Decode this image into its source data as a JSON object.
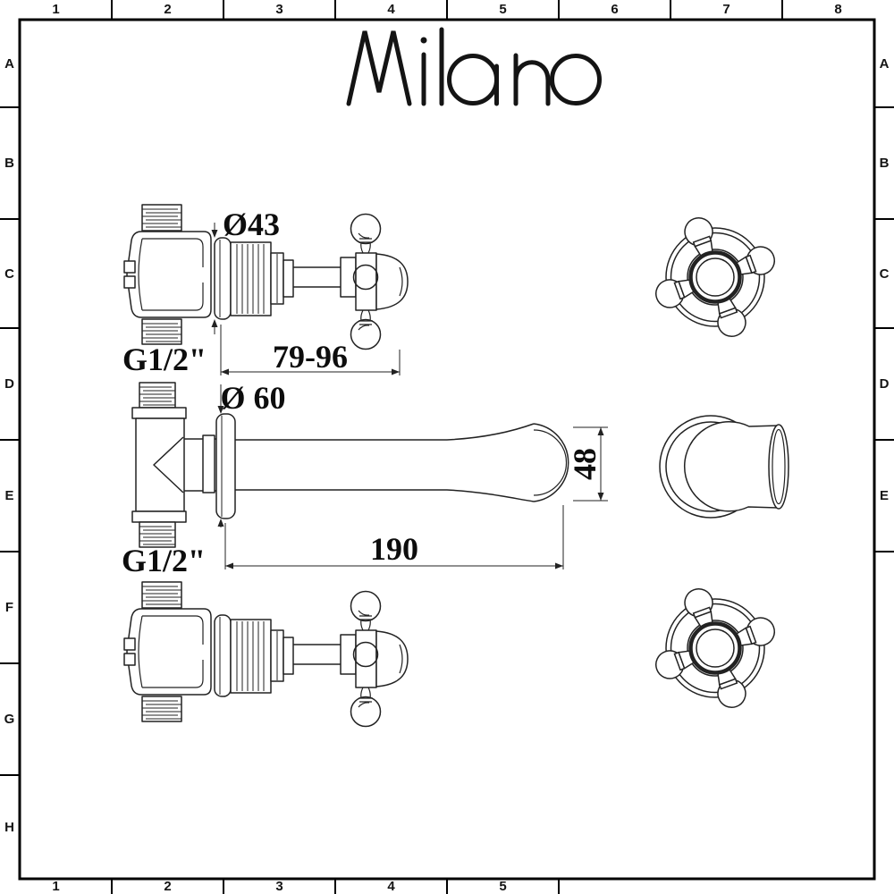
{
  "brand": {
    "logo_text": "Milano"
  },
  "frame": {
    "top_labels": [
      "1",
      "2",
      "3",
      "4",
      "5",
      "6",
      "7",
      "8"
    ],
    "bottom_labels": [
      "1",
      "2",
      "3",
      "4",
      "5"
    ],
    "left_labels": [
      "A",
      "B",
      "C",
      "D",
      "E",
      "F",
      "G",
      "H"
    ],
    "right_labels": [
      "A",
      "B",
      "C",
      "D",
      "E"
    ]
  },
  "dimensions": {
    "valve_flange_diameter": "Ø43",
    "valve_projection": "79-96",
    "valve_thread": "G1/2\"",
    "spout_flange_diameter": "Ø 60",
    "spout_length": "190",
    "spout_outlet_height": "48",
    "spout_thread": "G1/2\""
  },
  "colors": {
    "background": "#ffffff",
    "frame_line": "#000000",
    "drawing_line": "#222222",
    "text": "#0d0d0d"
  }
}
